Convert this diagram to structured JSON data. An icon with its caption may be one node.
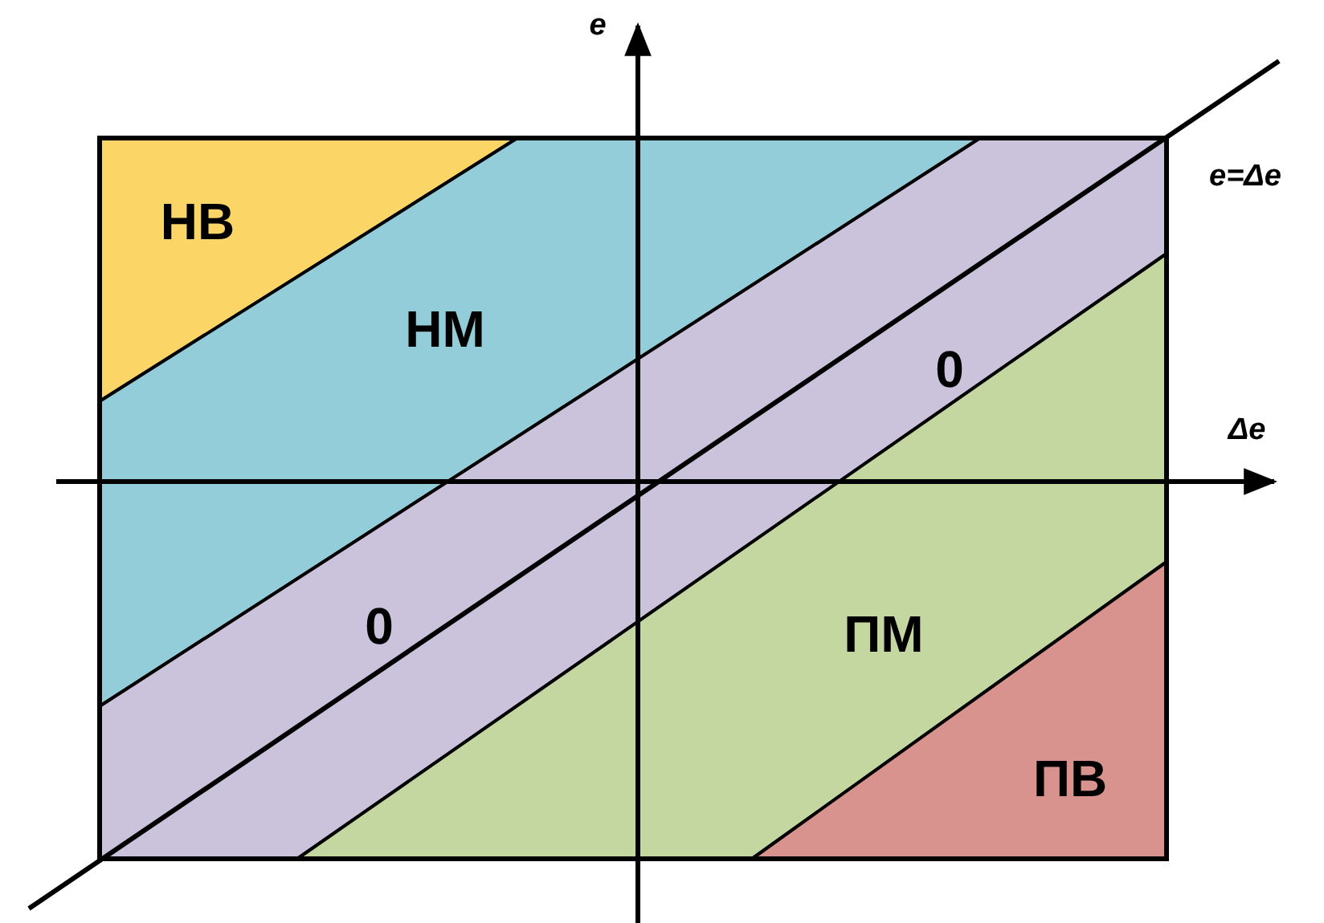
{
  "diagram": {
    "labels": [
      "e",
      "e=Δe",
      "НВ",
      "НМ",
      "0",
      "Δe",
      "0",
      "ПМ",
      "ПВ"
    ]
  }
}
